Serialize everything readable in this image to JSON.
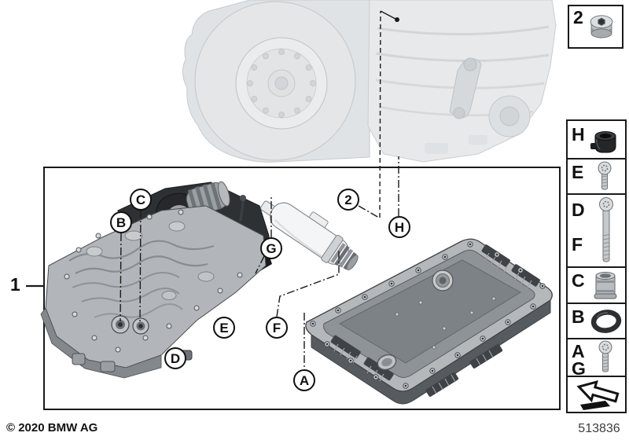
{
  "footer": {
    "copyright": "© 2020 BMW AG",
    "doc_number": "513836"
  },
  "diagram": {
    "main_label": "1",
    "callouts": [
      {
        "label": "B"
      },
      {
        "label": "C"
      },
      {
        "label": "D"
      },
      {
        "label": "E"
      },
      {
        "label": "F"
      },
      {
        "label": "G"
      },
      {
        "label": "H"
      },
      {
        "label": "A"
      },
      {
        "label": "2"
      }
    ]
  },
  "inset": {
    "label": "2",
    "icon": "drain-plug-icon"
  },
  "legend": {
    "items": [
      {
        "labels": [
          "H"
        ],
        "icon": "adapter-icon"
      },
      {
        "labels": [
          "E"
        ],
        "icon": "short-screw-icon"
      },
      {
        "labels": [
          "D",
          "F"
        ],
        "icon": "long-screw-icon"
      },
      {
        "labels": [
          "C"
        ],
        "icon": "sleeve-icon"
      },
      {
        "labels": [
          "B"
        ],
        "icon": "o-ring-icon"
      },
      {
        "labels": [
          "A",
          "G"
        ],
        "icon": "screw-icon"
      },
      {
        "labels": [],
        "icon": "direction-arrow-icon"
      }
    ]
  },
  "colors": {
    "line": "#1a1a1a",
    "background": "#ffffff",
    "faded_part": "#e6e8e9",
    "dark_part": "#2e3134",
    "metal_part": "#b2b6ba"
  }
}
